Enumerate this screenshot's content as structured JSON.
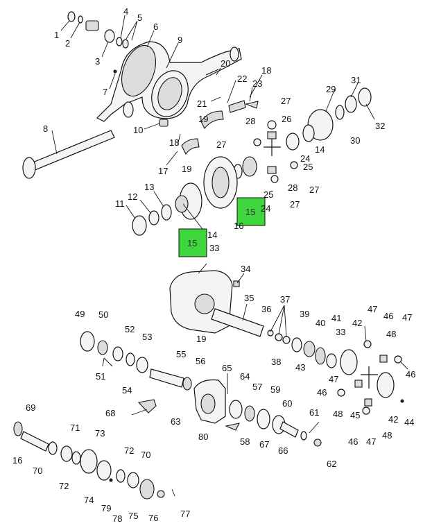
{
  "labels": [
    {
      "id": "1",
      "t": "1"
    },
    {
      "id": "2",
      "t": "2"
    },
    {
      "id": "3",
      "t": "3"
    },
    {
      "id": "4",
      "t": "4"
    },
    {
      "id": "5",
      "t": "5"
    },
    {
      "id": "6",
      "t": "6"
    },
    {
      "id": "7",
      "t": "7"
    },
    {
      "id": "8",
      "t": "8"
    },
    {
      "id": "9",
      "t": "9"
    },
    {
      "id": "10",
      "t": "10"
    },
    {
      "id": "11",
      "t": "11"
    },
    {
      "id": "12",
      "t": "12"
    },
    {
      "id": "13",
      "t": "13"
    },
    {
      "id": "14a",
      "t": "14"
    },
    {
      "id": "14b",
      "t": "14"
    },
    {
      "id": "16",
      "t": "16"
    },
    {
      "id": "17",
      "t": "17"
    },
    {
      "id": "18a",
      "t": "18"
    },
    {
      "id": "18b",
      "t": "18"
    },
    {
      "id": "19a",
      "t": "19"
    },
    {
      "id": "19b",
      "t": "19"
    },
    {
      "id": "19c",
      "t": "19"
    },
    {
      "id": "20",
      "t": "20"
    },
    {
      "id": "21",
      "t": "21"
    },
    {
      "id": "22",
      "t": "22"
    },
    {
      "id": "23",
      "t": "23"
    },
    {
      "id": "24a",
      "t": "24"
    },
    {
      "id": "24b",
      "t": "24"
    },
    {
      "id": "25a",
      "t": "25"
    },
    {
      "id": "25b",
      "t": "25"
    },
    {
      "id": "26",
      "t": "26"
    },
    {
      "id": "27a",
      "t": "27"
    },
    {
      "id": "27b",
      "t": "27"
    },
    {
      "id": "27c",
      "t": "27"
    },
    {
      "id": "27d",
      "t": "27"
    },
    {
      "id": "28a",
      "t": "28"
    },
    {
      "id": "28b",
      "t": "28"
    },
    {
      "id": "29",
      "t": "29"
    },
    {
      "id": "30",
      "t": "30"
    },
    {
      "id": "31",
      "t": "31"
    },
    {
      "id": "32",
      "t": "32"
    },
    {
      "id": "33a",
      "t": "33"
    },
    {
      "id": "33b",
      "t": "33"
    },
    {
      "id": "34",
      "t": "34"
    },
    {
      "id": "35",
      "t": "35"
    },
    {
      "id": "36",
      "t": "36"
    },
    {
      "id": "37",
      "t": "37"
    },
    {
      "id": "38",
      "t": "38"
    },
    {
      "id": "39",
      "t": "39"
    },
    {
      "id": "40",
      "t": "40"
    },
    {
      "id": "41",
      "t": "41"
    },
    {
      "id": "42a",
      "t": "42"
    },
    {
      "id": "42b",
      "t": "42"
    },
    {
      "id": "43",
      "t": "43"
    },
    {
      "id": "44",
      "t": "44"
    },
    {
      "id": "45",
      "t": "45"
    },
    {
      "id": "46a",
      "t": "46"
    },
    {
      "id": "46b",
      "t": "46"
    },
    {
      "id": "46c",
      "t": "46"
    },
    {
      "id": "46d",
      "t": "46"
    },
    {
      "id": "47a",
      "t": "47"
    },
    {
      "id": "47b",
      "t": "47"
    },
    {
      "id": "47c",
      "t": "47"
    },
    {
      "id": "47d",
      "t": "47"
    },
    {
      "id": "48a",
      "t": "48"
    },
    {
      "id": "48b",
      "t": "48"
    },
    {
      "id": "48c",
      "t": "48"
    },
    {
      "id": "49",
      "t": "49"
    },
    {
      "id": "50",
      "t": "50"
    },
    {
      "id": "51",
      "t": "51"
    },
    {
      "id": "52",
      "t": "52"
    },
    {
      "id": "53",
      "t": "53"
    },
    {
      "id": "54",
      "t": "54"
    },
    {
      "id": "55",
      "t": "55"
    },
    {
      "id": "56",
      "t": "56"
    },
    {
      "id": "57",
      "t": "57"
    },
    {
      "id": "58",
      "t": "58"
    },
    {
      "id": "59",
      "t": "59"
    },
    {
      "id": "60",
      "t": "60"
    },
    {
      "id": "61",
      "t": "61"
    },
    {
      "id": "62",
      "t": "62"
    },
    {
      "id": "63",
      "t": "63"
    },
    {
      "id": "64",
      "t": "64"
    },
    {
      "id": "65",
      "t": "65"
    },
    {
      "id": "66",
      "t": "66"
    },
    {
      "id": "67",
      "t": "67"
    },
    {
      "id": "68",
      "t": "68"
    },
    {
      "id": "69",
      "t": "69"
    },
    {
      "id": "70a",
      "t": "70"
    },
    {
      "id": "70b",
      "t": "70"
    },
    {
      "id": "71",
      "t": "71"
    },
    {
      "id": "72a",
      "t": "72"
    },
    {
      "id": "72b",
      "t": "72"
    },
    {
      "id": "73",
      "t": "73"
    },
    {
      "id": "74",
      "t": "74"
    },
    {
      "id": "75",
      "t": "75"
    },
    {
      "id": "76",
      "t": "76"
    },
    {
      "id": "77",
      "t": "77"
    },
    {
      "id": "78",
      "t": "78"
    },
    {
      "id": "79",
      "t": "79"
    },
    {
      "id": "80",
      "t": "80"
    },
    {
      "id": "16b",
      "t": "16"
    }
  ],
  "highlights": [
    {
      "id": "hl-15-top",
      "t": "15",
      "color": "#3dd63d"
    },
    {
      "id": "hl-15-left",
      "t": "15",
      "color": "#3dd63d"
    }
  ]
}
